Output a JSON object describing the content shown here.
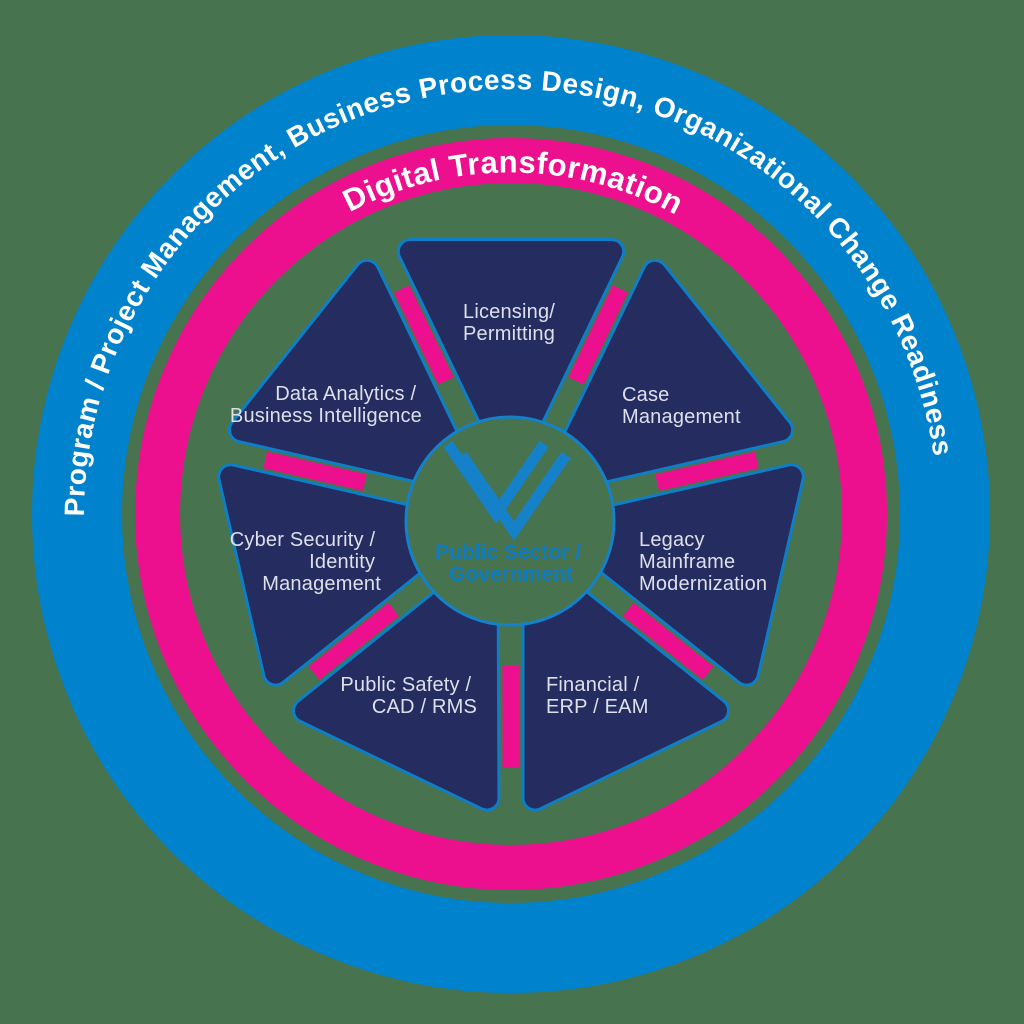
{
  "diagram": {
    "kind": "digital-transformation-wheel",
    "rings": {
      "outer_text": "Program / Project Management, Business Process Design, Organizational Change Readiness",
      "inner_text": "Digital Transformation"
    },
    "center": {
      "logo": "double-v-logo",
      "line1": "Public Sector /",
      "line2": "Government"
    },
    "petals": [
      {
        "id": "licensing-permitting",
        "lines": [
          "Licensing/",
          "Permitting"
        ]
      },
      {
        "id": "case-management",
        "lines": [
          "Case",
          "Management"
        ]
      },
      {
        "id": "legacy-mainframe-modernization",
        "lines": [
          "Legacy",
          "Mainframe",
          "Modernization"
        ]
      },
      {
        "id": "financial-erp-eam",
        "lines": [
          "Financial /",
          "ERP / EAM"
        ]
      },
      {
        "id": "public-safety-cad-rms",
        "lines": [
          "Public Safety /",
          "CAD / RMS"
        ]
      },
      {
        "id": "cyber-security-identity-management",
        "lines": [
          "Cyber Security /",
          "Identity",
          "Management"
        ]
      },
      {
        "id": "data-analytics-business-intelligence",
        "lines": [
          "Data Analytics /",
          "Business Intelligence"
        ]
      }
    ],
    "colors": {
      "background_green": "#48734F",
      "ring_blue": "#0082CC",
      "accent_pink": "#EC0F8E",
      "petal_navy": "#242C60",
      "petal_outline_blue": "#0E7FC6",
      "petal_text": "#DDE0EA",
      "ring_text": "#FFFFFF",
      "center_text_blue": "#0F7CC2"
    }
  }
}
